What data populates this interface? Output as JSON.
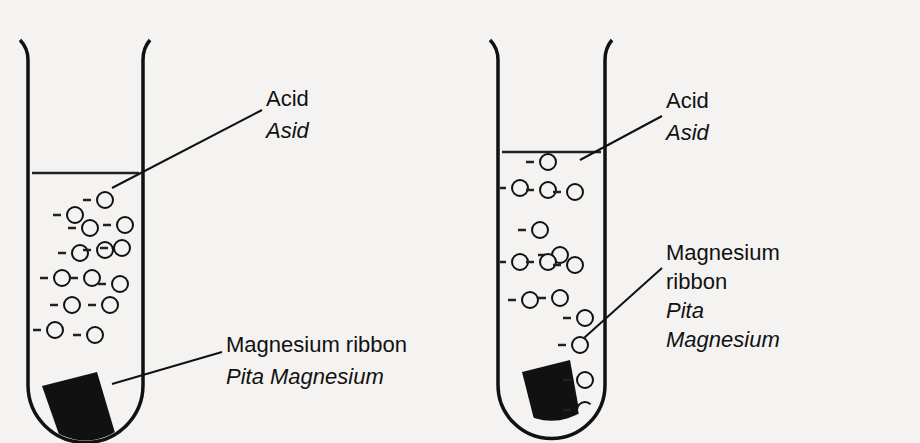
{
  "diagram": {
    "labels": [
      "Acid",
      "Asid",
      "Magnesium ribbon",
      "Pita Magnesium",
      "Acid",
      "Asid",
      "Magnesium ribbon",
      "Pita Magnesium"
    ]
  }
}
